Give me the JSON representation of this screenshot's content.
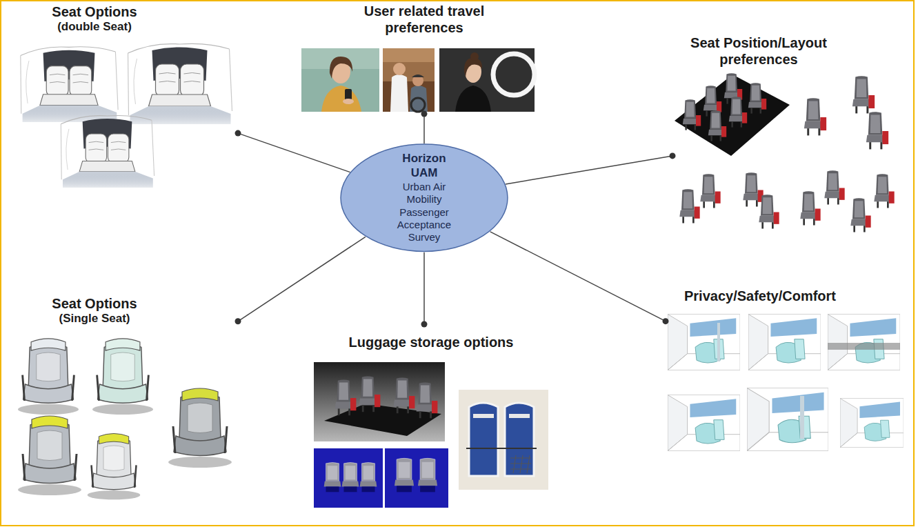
{
  "diagram": {
    "nodes": [
      {
        "text": [
          "Seat Options",
          "(double Seat)"
        ]
      },
      {
        "text": [
          "User related travel preferences"
        ]
      },
      {
        "text": [
          "Seat Position/Layout preferences"
        ]
      },
      {
        "text": [
          "Horizon UAM",
          "Urban Air Mobility Passenger Acceptance Survey"
        ]
      },
      {
        "text": [
          "Seat Options",
          "(Single Seat)"
        ]
      },
      {
        "text": [
          "Luggage storage options"
        ]
      },
      {
        "text": [
          "Privacy/Safety/Comfort"
        ]
      }
    ],
    "edges": [
      {
        "from": 3,
        "to": 0,
        "arrow": "none"
      },
      {
        "from": 3,
        "to": 1,
        "arrow": "none"
      },
      {
        "from": 3,
        "to": 2,
        "arrow": "none"
      },
      {
        "from": 3,
        "to": 4,
        "arrow": "none"
      },
      {
        "from": 3,
        "to": 5,
        "arrow": "none"
      },
      {
        "from": 3,
        "to": 6,
        "arrow": "none"
      }
    ]
  }
}
